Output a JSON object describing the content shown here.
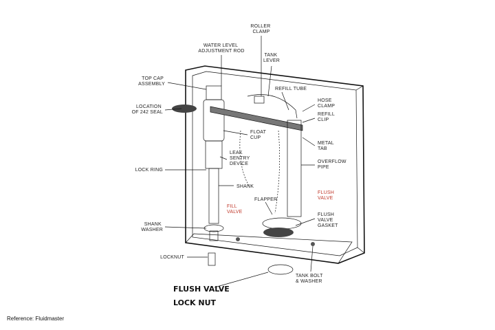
{
  "labels": {
    "roller_clamp": [
      "ROLLER",
      "CLAMP"
    ],
    "water_level_rod": [
      "WATER LEVEL",
      "ADJUSTMENT ROD"
    ],
    "tank_lever": [
      "TANK",
      "LEVER"
    ],
    "top_cap_assembly": [
      "TOP CAP",
      "ASSEMBLY"
    ],
    "refill_tube": [
      "REFILL TUBE"
    ],
    "hose_clamp": [
      "HOSE",
      "CLAMP"
    ],
    "location_242_seal": [
      "LOCATION",
      "OF 242 SEAL"
    ],
    "refill_clip": [
      "REFILL",
      "CLIP"
    ],
    "float_cup": [
      "FLOAT",
      "CUP"
    ],
    "metal_tab": [
      "METAL",
      "TAB"
    ],
    "leak_sentry": [
      "LEAK",
      "SENTRY",
      "DEVICE"
    ],
    "overflow_pipe": [
      "OVERFLOW",
      "PIPE"
    ],
    "lock_ring": [
      "LOCK RING"
    ],
    "shank": [
      "SHANK"
    ],
    "flush_valve": [
      "FLUSH",
      "VALVE"
    ],
    "flapper": [
      "FLAPPER"
    ],
    "fill_valve": [
      "FILL",
      "VALVE"
    ],
    "flush_valve_gasket": [
      "FLUSH",
      "VALVE",
      "GASKET"
    ],
    "shank_washer": [
      "SHANK",
      "WASHER"
    ],
    "locknut": [
      "LOCKNUT"
    ],
    "tank_bolt": [
      "TANK BOLT",
      "& WASHER"
    ]
  },
  "callout": [
    "FLUSH VALVE",
    "LOCK NUT"
  ],
  "reference": "Reference: Fluidmaster",
  "colors": {
    "highlight": "#c0392b",
    "ink": "#111111"
  }
}
